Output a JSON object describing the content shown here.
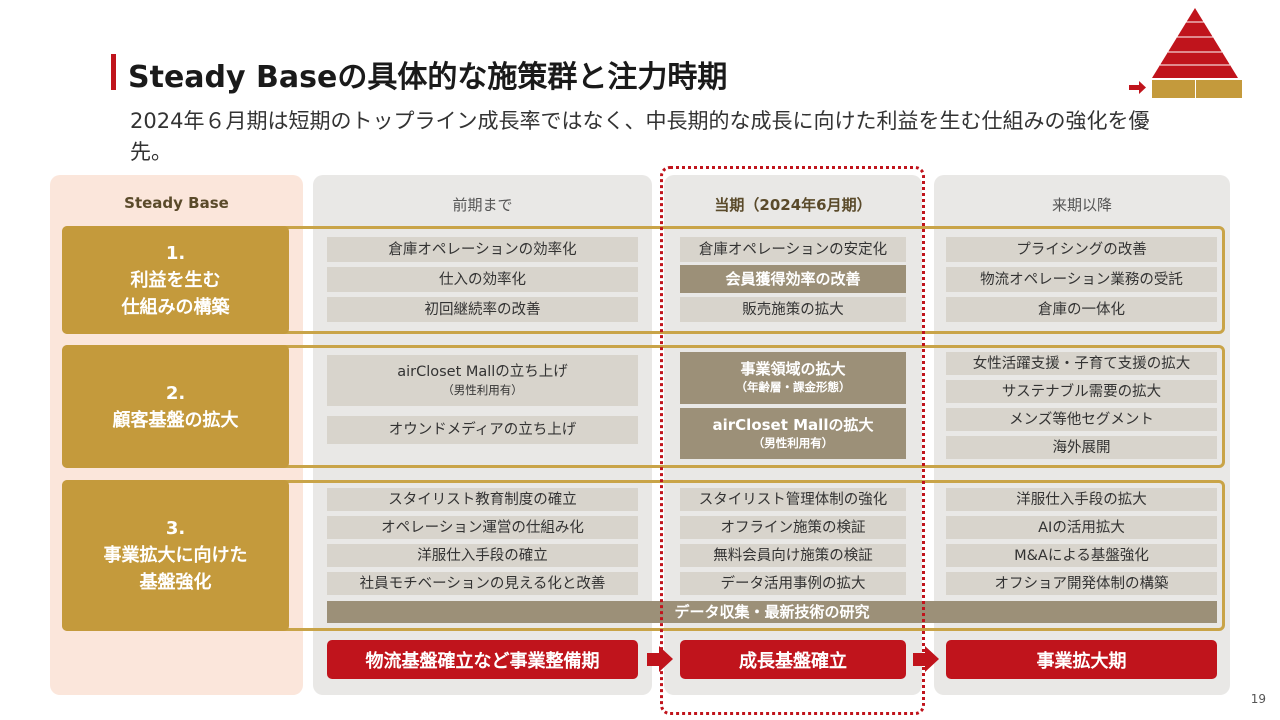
{
  "title": "Steady Baseの具体的な施策群と注力時期",
  "subtitle": "2024年６月期は短期のトップライン成長率ではなく、中長期的な成長に向けた利益を生む仕組みの強化を優先。",
  "columns": {
    "base": "Steady Base",
    "prev": "前期まで",
    "current": "当期（2024年6月期）",
    "next": "来期以降"
  },
  "rows": [
    {
      "num": "1.",
      "line1": "利益を生む",
      "line2": "仕組みの構築"
    },
    {
      "num": "2.",
      "line1": "顧客基盤の拡大",
      "line2": ""
    },
    {
      "num": "3.",
      "line1": "事業拡大に向けた",
      "line2": "基盤強化"
    }
  ],
  "row1": {
    "prev": [
      "倉庫オペレーションの効率化",
      "仕入の効率化",
      "初回継続率の改善"
    ],
    "current": [
      "倉庫オペレーションの安定化",
      "会員獲得効率の改善",
      "販売施策の拡大"
    ],
    "next": [
      "プライシングの改善",
      "物流オペレーション業務の受託",
      "倉庫の一体化"
    ]
  },
  "row2": {
    "prev": [
      {
        "main": "airCloset Mallの立ち上げ",
        "sub": "（男性利用有）"
      },
      {
        "main": "オウンドメディアの立ち上げ"
      }
    ],
    "current": [
      {
        "main": "事業領域の拡大",
        "sub": "（年齢層・課金形態）"
      },
      {
        "main": "airCloset Mallの拡大",
        "sub": "（男性利用有）"
      }
    ],
    "next": [
      "女性活躍支援・子育て支援の拡大",
      "サステナブル需要の拡大",
      "メンズ等他セグメント",
      "海外展開"
    ]
  },
  "row3": {
    "prev": [
      "スタイリスト教育制度の確立",
      "オペレーション運営の仕組み化",
      "洋服仕入手段の確立",
      "社員モチベーションの見える化と改善"
    ],
    "current": [
      "スタイリスト管理体制の強化",
      "オフライン施策の検証",
      "無料会員向け施策の検証",
      "データ活用事例の拡大"
    ],
    "next": [
      "洋服仕入手段の拡大",
      "AIの活用拡大",
      "M&Aによる基盤強化",
      "オフショア開発体制の構築"
    ],
    "research": "データ収集・最新技術の研究"
  },
  "phases": [
    "物流基盤確立など事業整備期",
    "成長基盤確立",
    "事業拡大期"
  ],
  "page_number": "19",
  "colors": {
    "accent_red": "#c0141c",
    "gold": "#c49a3c",
    "taupe": "#9c9078",
    "cell_gray": "#d8d4cc"
  }
}
